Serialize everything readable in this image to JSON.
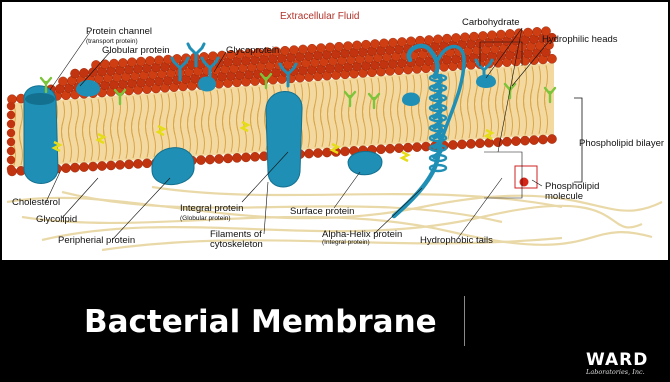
{
  "diagram": {
    "region_label": "Extracellular Fluid",
    "labels": {
      "protein_channel": "Protein channel",
      "protein_channel_sub": "(transport protein)",
      "globular_protein": "Globular protein",
      "glycoprotein": "Glycoprotein",
      "carbohydrate": "Carbohydrate",
      "hydrophilic_heads": "Hydrophilic heads",
      "phospholipid_bilayer": "Phospholipid bilayer",
      "phospholipid_molecule": "Phospholipid molecule",
      "cholesterol": "Cholesterol",
      "glycolipid": "Glycolipid",
      "peripherial_protein": "Peripherial protein",
      "integral_protein": "Integral protein",
      "integral_protein_sub": "(Globular protein)",
      "surface_protein": "Surface protein",
      "filaments": "Filaments of",
      "filaments_2": "cytoskeleton",
      "alpha_helix": "Alpha-Helix protein",
      "alpha_helix_sub": "(Integral protein)",
      "hydrophobic_tails": "Hydrophobic tails"
    },
    "colors": {
      "head": "#c2340f",
      "head_highlight": "#e8641e",
      "tail": "#d9a64a",
      "protein": "#1f8fb5",
      "protein_dark": "#13708f",
      "cholesterol": "#e6dd18",
      "glycolipid": "#7cc43a",
      "filament": "#ead9a8",
      "label_red": "#b0332a"
    }
  },
  "slide": {
    "title": "Bacterial Membrane",
    "logo_word": "WARD",
    "logo_tag": "Laboratories, Inc."
  }
}
